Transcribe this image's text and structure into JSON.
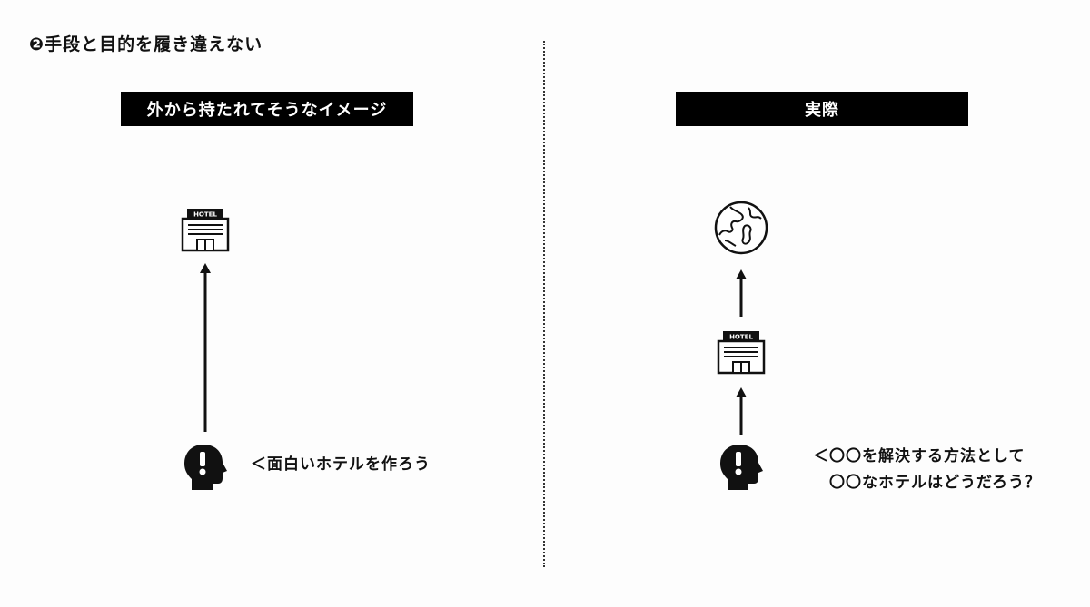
{
  "heading": "❷手段と目的を履き違えない",
  "left_panel": {
    "label": "外から持たれてそうなイメージ",
    "hotel_sign": "HOTEL",
    "speech": "＜面白いホテルを作ろう"
  },
  "right_panel": {
    "label": "実際",
    "hotel_sign": "HOTEL",
    "speech_line1": "＜〇〇を解決する方法として",
    "speech_line2": "〇〇なホテルはどうだろう？"
  }
}
